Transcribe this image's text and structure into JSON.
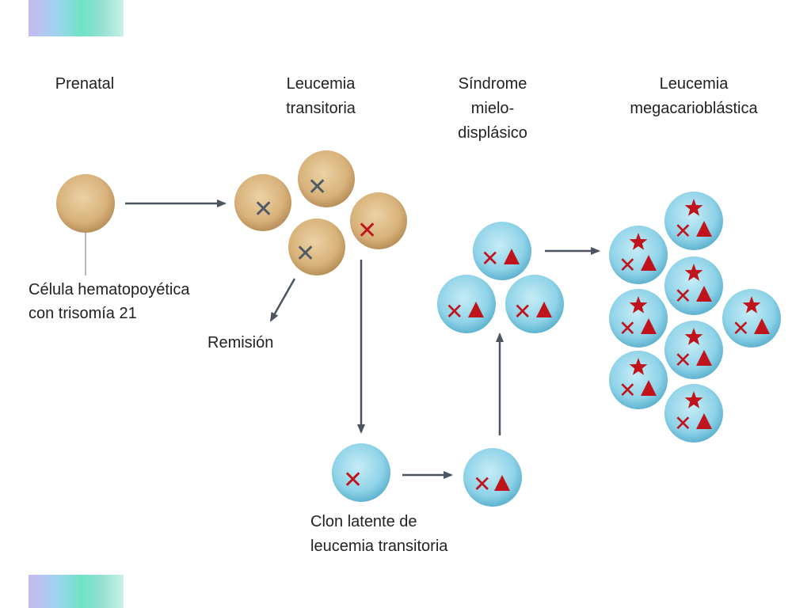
{
  "stages": {
    "prenatal": "Prenatal",
    "transient_line1": "Leucemia",
    "transient_line2": "transitoria",
    "mds_line1": "Síndrome",
    "mds_line2": "mielo-",
    "mds_line3": "displásico",
    "amkl_line1": "Leucemia",
    "amkl_line2": "megacarioblástica"
  },
  "labels": {
    "cell_line1": "Célula hematopoyética",
    "cell_line2": "con trisomía 21",
    "remission": "Remisión",
    "clone_line1": "Clon latente de",
    "clone_line2": "leucemia transitoria"
  },
  "colors": {
    "tan_cell": "#d8b27a",
    "blue_cell": "#8fd3e8",
    "arrow": "#4a5560",
    "mark_red": "#c0141c",
    "mark_gray": "#4f5a66"
  }
}
